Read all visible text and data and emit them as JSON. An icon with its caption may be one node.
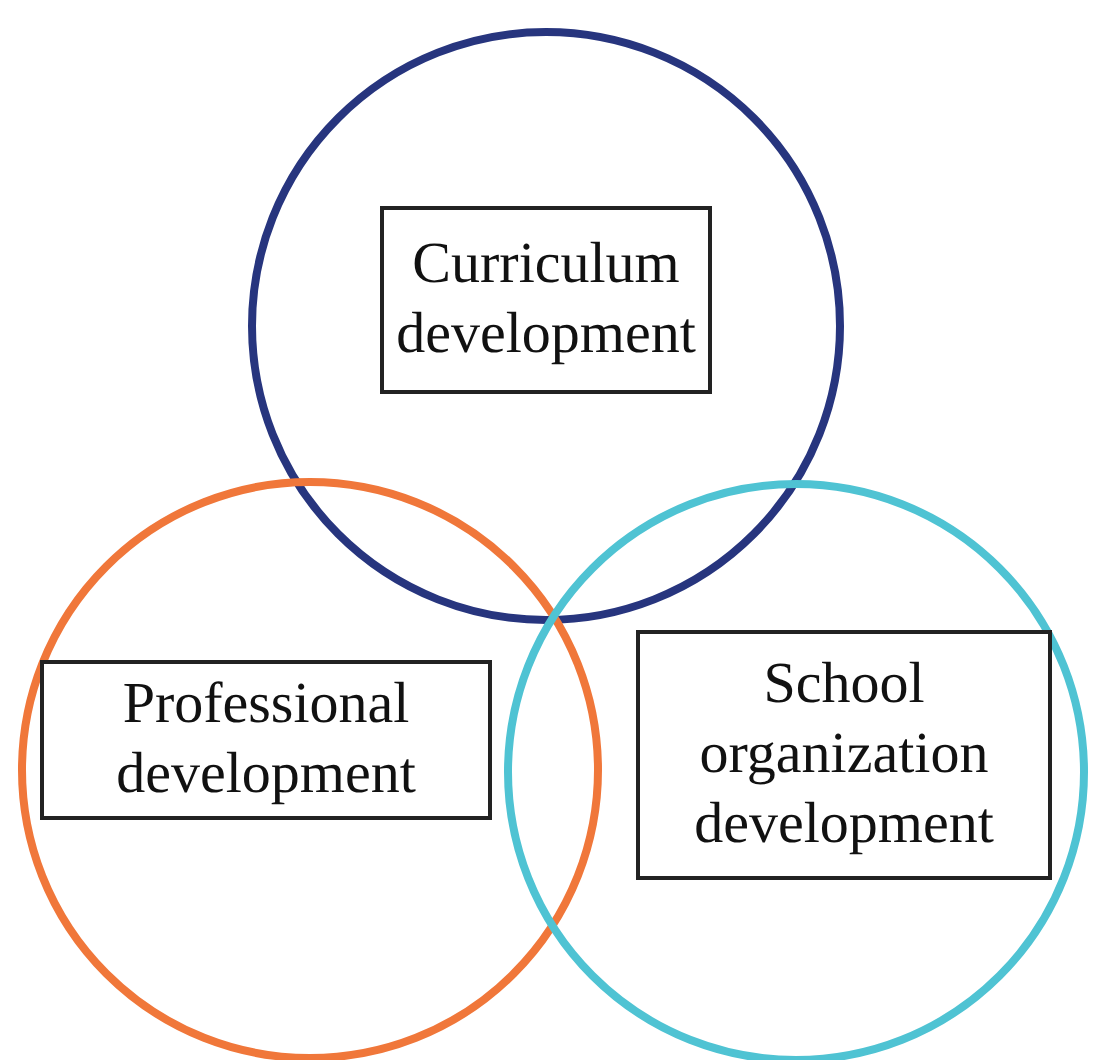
{
  "diagram": {
    "nodes": [
      {
        "text": [],
        "shape": "circle"
      },
      {
        "text": [
          "Curriculum development"
        ],
        "in": 0
      },
      {
        "text": [],
        "shape": "circle"
      },
      {
        "text": [
          "Professional development"
        ],
        "in": 2
      },
      {
        "text": [],
        "shape": "circle"
      },
      {
        "text": [
          "School organization development"
        ],
        "in": 4
      }
    ]
  }
}
